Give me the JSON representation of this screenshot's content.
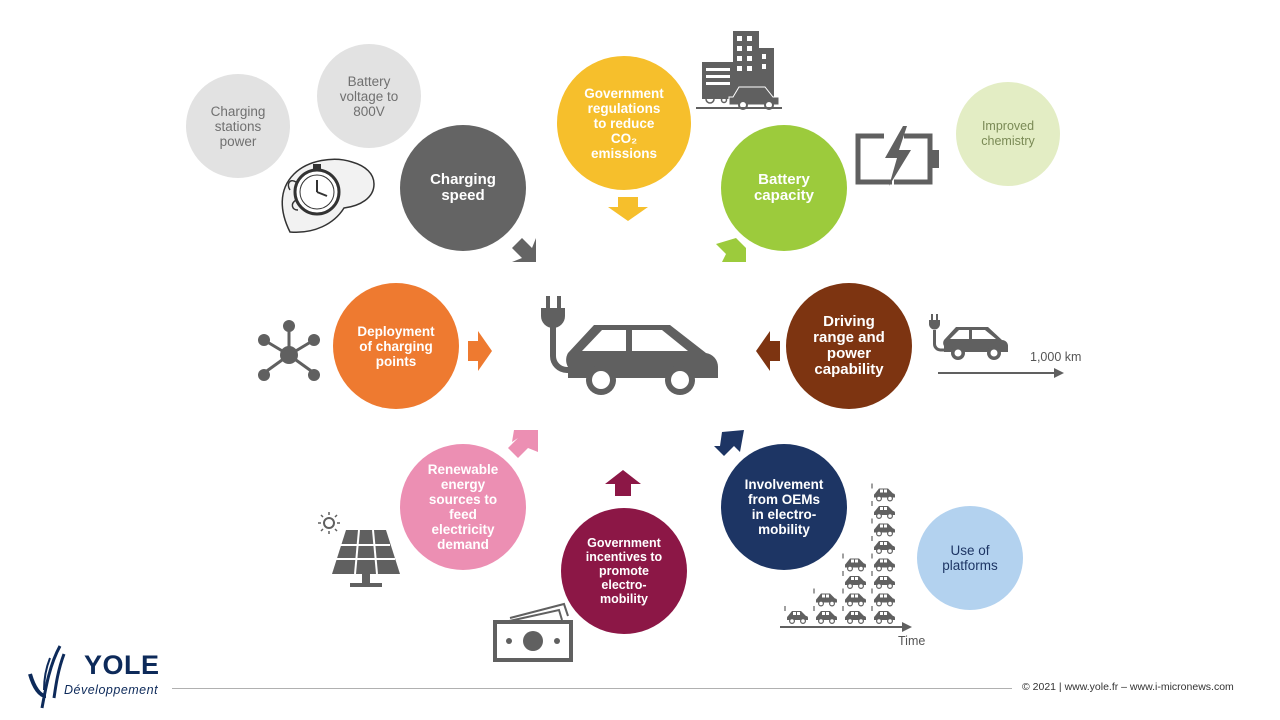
{
  "nodes": {
    "charging_speed": "Charging\nspeed",
    "gov_regulations": "Government\nregulations\nto reduce\nCO₂\nemissions",
    "battery_capacity": "Battery\ncapacity",
    "driving_range": "Driving\nrange and\npower\ncapability",
    "deployment": "Deployment\nof charging\npoints",
    "renewable": "Renewable\nenergy\nsources to\nfeed\nelectricity\ndemand",
    "gov_incentives": "Government\nincentives to\npromote\nelectro-\nmobility",
    "oems": "Involvement\nfrom OEMs\nin electro-\nmobility"
  },
  "sub_nodes": {
    "charging_stations_power": "Charging\nstations\npower",
    "battery_voltage": "Battery\nvoltage to\n800V",
    "improved_chemistry": "Improved\nchemistry",
    "use_of_platforms": "Use of\nplatforms"
  },
  "labels": {
    "range_km": "1,000 km",
    "time_axis": "Time"
  },
  "footer": {
    "logo_word": "YOLE",
    "logo_sub": "Développement",
    "copyright": "© 2021 | www.yole.fr – www.i-micronews.com"
  },
  "colors": {
    "charging_speed": "#646464",
    "gov_regulations": "#f6bf2c",
    "battery_capacity": "#9ccb3c",
    "driving_range": "#7d3411",
    "deployment": "#ee7a30",
    "renewable": "#ec8fb3",
    "gov_incentives": "#8c1746",
    "oems": "#1d3564",
    "grey_bubble": "#e2e2e2",
    "green_bubble": "#e3edc4",
    "blue_bubble": "#b3d2ef",
    "icon_grey": "#606060"
  },
  "icons": [
    "ev-car-plug-icon",
    "hand-stopwatch-icon",
    "city-car-icon",
    "battery-charging-icon",
    "small-car-plug-icon",
    "network-hub-icon",
    "solar-panel-icon",
    "banknote-icon",
    "car-fleet-icon"
  ]
}
